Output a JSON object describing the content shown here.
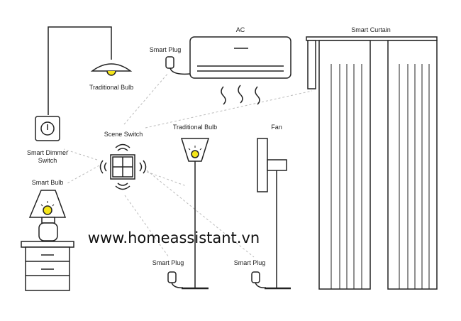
{
  "labels": {
    "ac": "AC",
    "smart_curtain": "Smart Curtain",
    "smart_plug_top": "Smart Plug",
    "traditional_bulb_top": "Traditional Bulb",
    "scene_switch": "Scene Switch",
    "traditional_bulb_floor": "Traditional Bulb",
    "fan": "Fan",
    "smart_dimmer_line1": "Smart Dimmer",
    "smart_dimmer_line2": "Switch",
    "smart_bulb": "Smart Bulb",
    "smart_plug_left": "Smart Plug",
    "smart_plug_right": "Smart Plug"
  },
  "watermark": "www.homeassistant.vn",
  "colors": {
    "line": "#222222",
    "wireless_link": "#bbbbbb",
    "bulb_light": "#f5e61a",
    "background": "#ffffff"
  },
  "icons": [
    "pendant-lamp-icon",
    "smart-plug-icon",
    "air-conditioner-icon",
    "curtain-icon",
    "dimmer-switch-icon",
    "scene-switch-icon",
    "floor-lamp-icon",
    "fan-icon",
    "table-lamp-icon",
    "nightstand-icon"
  ]
}
